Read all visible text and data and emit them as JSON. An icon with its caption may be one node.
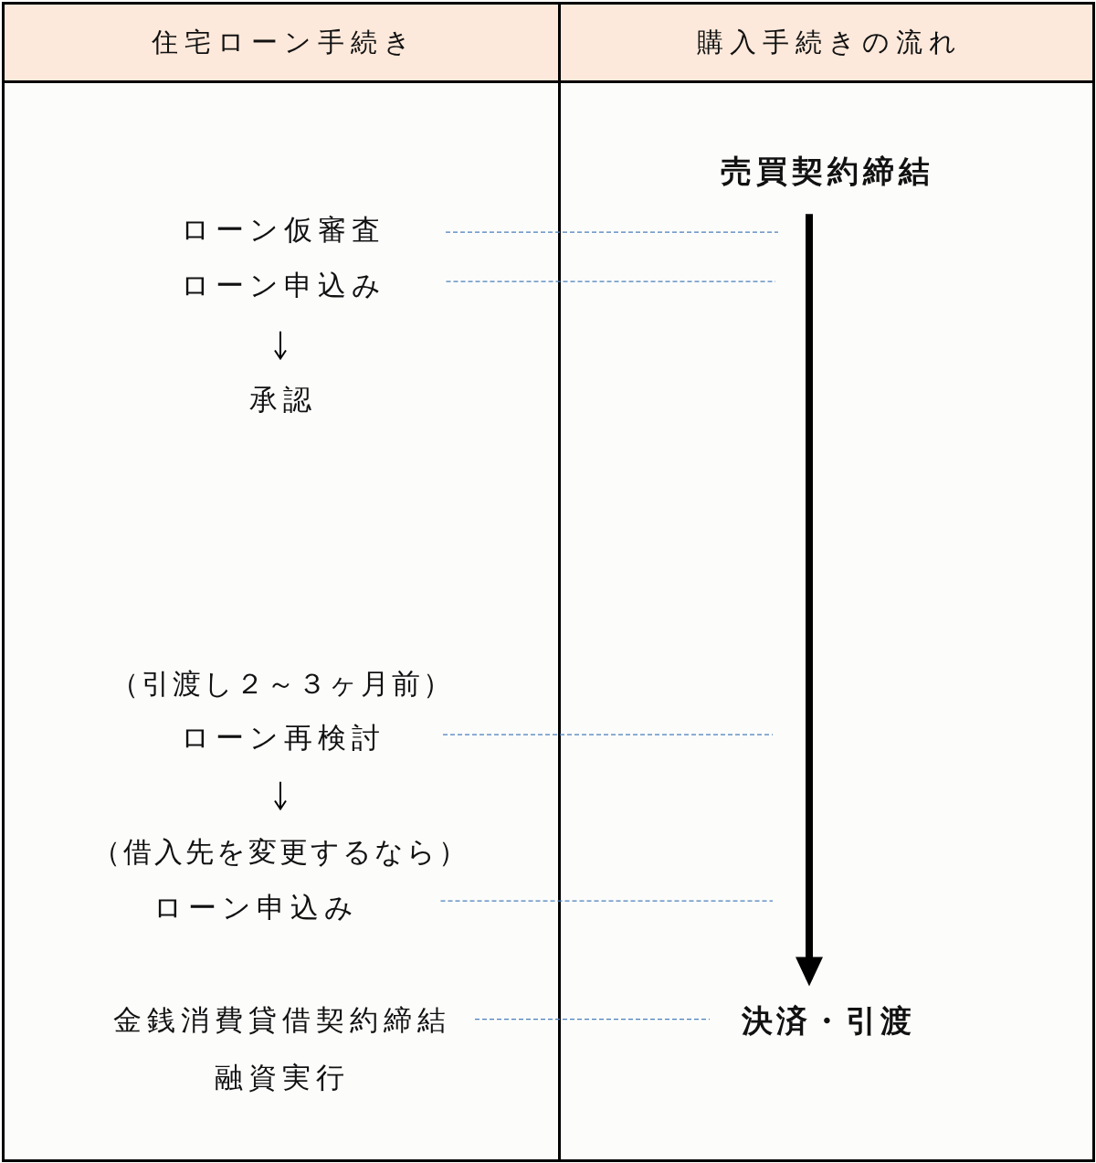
{
  "diagram": {
    "nodes": [
      {
        "text": [
          "住宅ローン手続き"
        ]
      },
      {
        "text": [
          "購入手続きの流れ"
        ]
      },
      {
        "text": [
          "売買契約締結"
        ],
        "in": 1
      },
      {
        "text": [
          "ローン仮審査"
        ],
        "in": 0
      },
      {
        "text": [
          "ローン申込み"
        ],
        "in": 0
      },
      {
        "text": [
          "承認"
        ],
        "in": 0
      },
      {
        "text": [
          "ローン再検討"
        ],
        "in": 0,
        "beside": [
          "（引渡し２～３ヶ月前）"
        ]
      },
      {
        "text": [
          "（借入先を変更するなら）"
        ],
        "in": 0
      },
      {
        "text": [
          "ローン申込み"
        ],
        "in": 0
      },
      {
        "text": [
          "金銭消費貸借契約締結",
          "融資実行"
        ],
        "in": 0
      },
      {
        "text": [
          "決済・引渡"
        ],
        "in": 1
      }
    ],
    "edges": [
      {
        "from": 2,
        "to": 10,
        "arrow": "to",
        "style": "thick",
        "color": "#000000"
      },
      {
        "from": 3,
        "to": null,
        "arrow": "none",
        "style": "dashed",
        "color": "#4a7ebb"
      },
      {
        "from": 4,
        "to": null,
        "arrow": "none",
        "style": "dashed",
        "color": "#4a7ebb"
      },
      {
        "from": 4,
        "to": 5,
        "arrow": "to",
        "color": "#000000"
      },
      {
        "from": 6,
        "to": null,
        "arrow": "none",
        "style": "dashed",
        "color": "#4a7ebb"
      },
      {
        "from": 6,
        "to": 7,
        "arrow": "to",
        "color": "#000000"
      },
      {
        "from": 8,
        "to": null,
        "arrow": "none",
        "style": "dashed",
        "color": "#4a7ebb"
      },
      {
        "from": 9,
        "to": 10,
        "arrow": "none",
        "style": "dashed",
        "color": "#4a7ebb"
      }
    ]
  }
}
